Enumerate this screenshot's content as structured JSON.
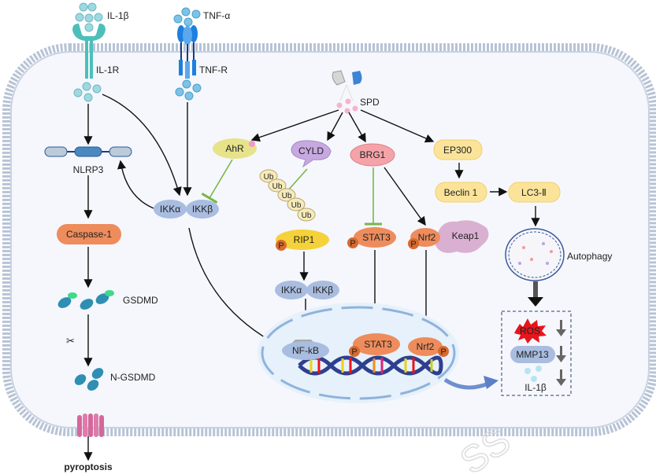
{
  "ligands": {
    "il1b": "IL-1β",
    "tnfa": "TNF-α"
  },
  "receptors": {
    "il1r": "IL-1R",
    "tnfr": "TNF-R"
  },
  "drug": "SPD",
  "left_pathway": {
    "nlrp3": "NLRP3",
    "caspase1": "Caspase-1",
    "gsdmd": "GSDMD",
    "n_gsdmd": "N-GSDMD",
    "pyroptosis": "pyroptosis"
  },
  "ikk": {
    "alpha": "IKKα",
    "beta": "IKKβ"
  },
  "targets": {
    "ahr": "AhR",
    "cyld": "CYLD",
    "ub": "Ub",
    "rip1": "RIP1",
    "brg1": "BRG1",
    "stat3": "STAT3",
    "nrf2": "Nrf2",
    "keap1": "Keap1",
    "p": "P",
    "ep300": "EP300",
    "beclin1": "Beclin 1",
    "lc3": "LC3-Ⅱ",
    "autophagy": "Autophagy"
  },
  "nucleus": {
    "nfkb": "NF-kB",
    "stat3": "STAT3",
    "nrf2": "Nrf2"
  },
  "outcomes": {
    "ros": "ROS",
    "mmp13": "MMP13",
    "il1b": "IL-1β"
  },
  "watermark": "SS",
  "colors": {
    "membrane": "#b7c3d6",
    "cytoplasm": "#f5f7fc",
    "orange": "#ee8c5c",
    "yellow": "#fbe49a",
    "ikk": "#a9bde0",
    "inhibit": "#7ab648",
    "ros": "#e8141c"
  }
}
